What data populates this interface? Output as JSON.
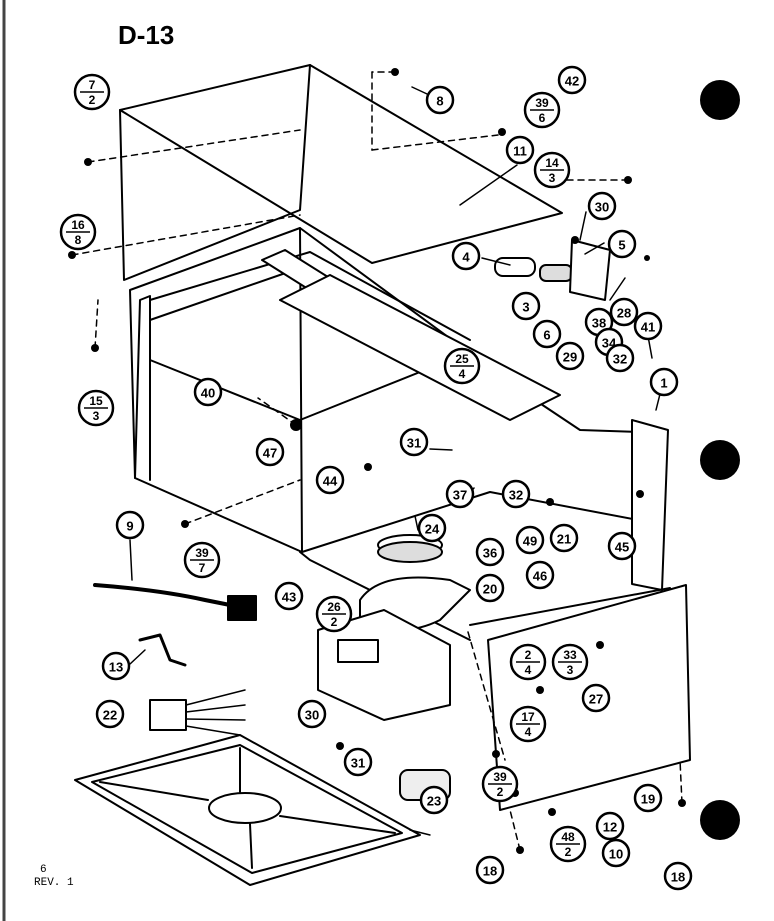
{
  "diagram": {
    "title": "D-13",
    "page_number": "6",
    "revision": "REV. 1",
    "callouts": [
      {
        "id": "c_7_2",
        "top": "7",
        "bottom": "2",
        "shape": "fraction"
      },
      {
        "id": "c_8",
        "top": "8",
        "shape": "single"
      },
      {
        "id": "c_42",
        "top": "42",
        "shape": "single"
      },
      {
        "id": "c_39_6",
        "top": "39",
        "bottom": "6",
        "shape": "fraction"
      },
      {
        "id": "c_11",
        "top": "11",
        "shape": "single"
      },
      {
        "id": "c_14_3",
        "top": "14",
        "bottom": "3",
        "shape": "fraction"
      },
      {
        "id": "c_16_8",
        "top": "16",
        "bottom": "8",
        "shape": "fraction"
      },
      {
        "id": "c_30a",
        "top": "30",
        "shape": "single"
      },
      {
        "id": "c_4",
        "top": "4",
        "shape": "single"
      },
      {
        "id": "c_5",
        "top": "5",
        "shape": "single"
      },
      {
        "id": "c_3",
        "top": "3",
        "shape": "single"
      },
      {
        "id": "c_28",
        "top": "28",
        "shape": "single"
      },
      {
        "id": "c_38",
        "top": "38",
        "shape": "single"
      },
      {
        "id": "c_6",
        "top": "6",
        "shape": "single"
      },
      {
        "id": "c_34",
        "top": "34",
        "shape": "single"
      },
      {
        "id": "c_41",
        "top": "41",
        "shape": "single"
      },
      {
        "id": "c_29",
        "top": "29",
        "shape": "single"
      },
      {
        "id": "c_32a",
        "top": "32",
        "shape": "single"
      },
      {
        "id": "c_1",
        "top": "1",
        "shape": "single"
      },
      {
        "id": "c_25_4",
        "top": "25",
        "bottom": "4",
        "shape": "fraction"
      },
      {
        "id": "c_15_3",
        "top": "15",
        "bottom": "3",
        "shape": "fraction"
      },
      {
        "id": "c_40",
        "top": "40",
        "shape": "single"
      },
      {
        "id": "c_47",
        "top": "47",
        "shape": "single"
      },
      {
        "id": "c_31a",
        "top": "31",
        "shape": "single"
      },
      {
        "id": "c_44",
        "top": "44",
        "shape": "single"
      },
      {
        "id": "c_32b",
        "top": "32",
        "shape": "single"
      },
      {
        "id": "c_37",
        "top": "37",
        "shape": "single"
      },
      {
        "id": "c_9",
        "top": "9",
        "shape": "single"
      },
      {
        "id": "c_39_7",
        "top": "39",
        "bottom": "7",
        "shape": "fraction"
      },
      {
        "id": "c_24",
        "top": "24",
        "shape": "single"
      },
      {
        "id": "c_49",
        "top": "49",
        "shape": "single"
      },
      {
        "id": "c_21",
        "top": "21",
        "shape": "single"
      },
      {
        "id": "c_45",
        "top": "45",
        "shape": "single"
      },
      {
        "id": "c_36",
        "top": "36",
        "shape": "single"
      },
      {
        "id": "c_46",
        "top": "46",
        "shape": "single"
      },
      {
        "id": "c_20",
        "top": "20",
        "shape": "single"
      },
      {
        "id": "c_43",
        "top": "43",
        "shape": "single"
      },
      {
        "id": "c_26_2",
        "top": "26",
        "bottom": "2",
        "shape": "fraction"
      },
      {
        "id": "c_13",
        "top": "13",
        "shape": "single"
      },
      {
        "id": "c_2_4",
        "top": "2",
        "bottom": "4",
        "shape": "fraction"
      },
      {
        "id": "c_33_3",
        "top": "33",
        "bottom": "3",
        "shape": "fraction"
      },
      {
        "id": "c_27",
        "top": "27",
        "shape": "single"
      },
      {
        "id": "c_22",
        "top": "22",
        "shape": "single"
      },
      {
        "id": "c_30b",
        "top": "30",
        "shape": "single"
      },
      {
        "id": "c_17_4",
        "top": "17",
        "bottom": "4",
        "shape": "fraction"
      },
      {
        "id": "c_31b",
        "top": "31",
        "shape": "single"
      },
      {
        "id": "c_39_2",
        "top": "39",
        "bottom": "2",
        "shape": "fraction"
      },
      {
        "id": "c_23",
        "top": "23",
        "shape": "single"
      },
      {
        "id": "c_19a",
        "top": "19",
        "shape": "single"
      },
      {
        "id": "c_12",
        "top": "12",
        "shape": "single"
      },
      {
        "id": "c_48_2",
        "top": "48",
        "bottom": "2",
        "shape": "fraction"
      },
      {
        "id": "c_18a",
        "top": "18",
        "shape": "single"
      },
      {
        "id": "c_18b",
        "top": "18",
        "shape": "single"
      },
      {
        "id": "c_10",
        "top": "10",
        "shape": "single"
      }
    ]
  }
}
